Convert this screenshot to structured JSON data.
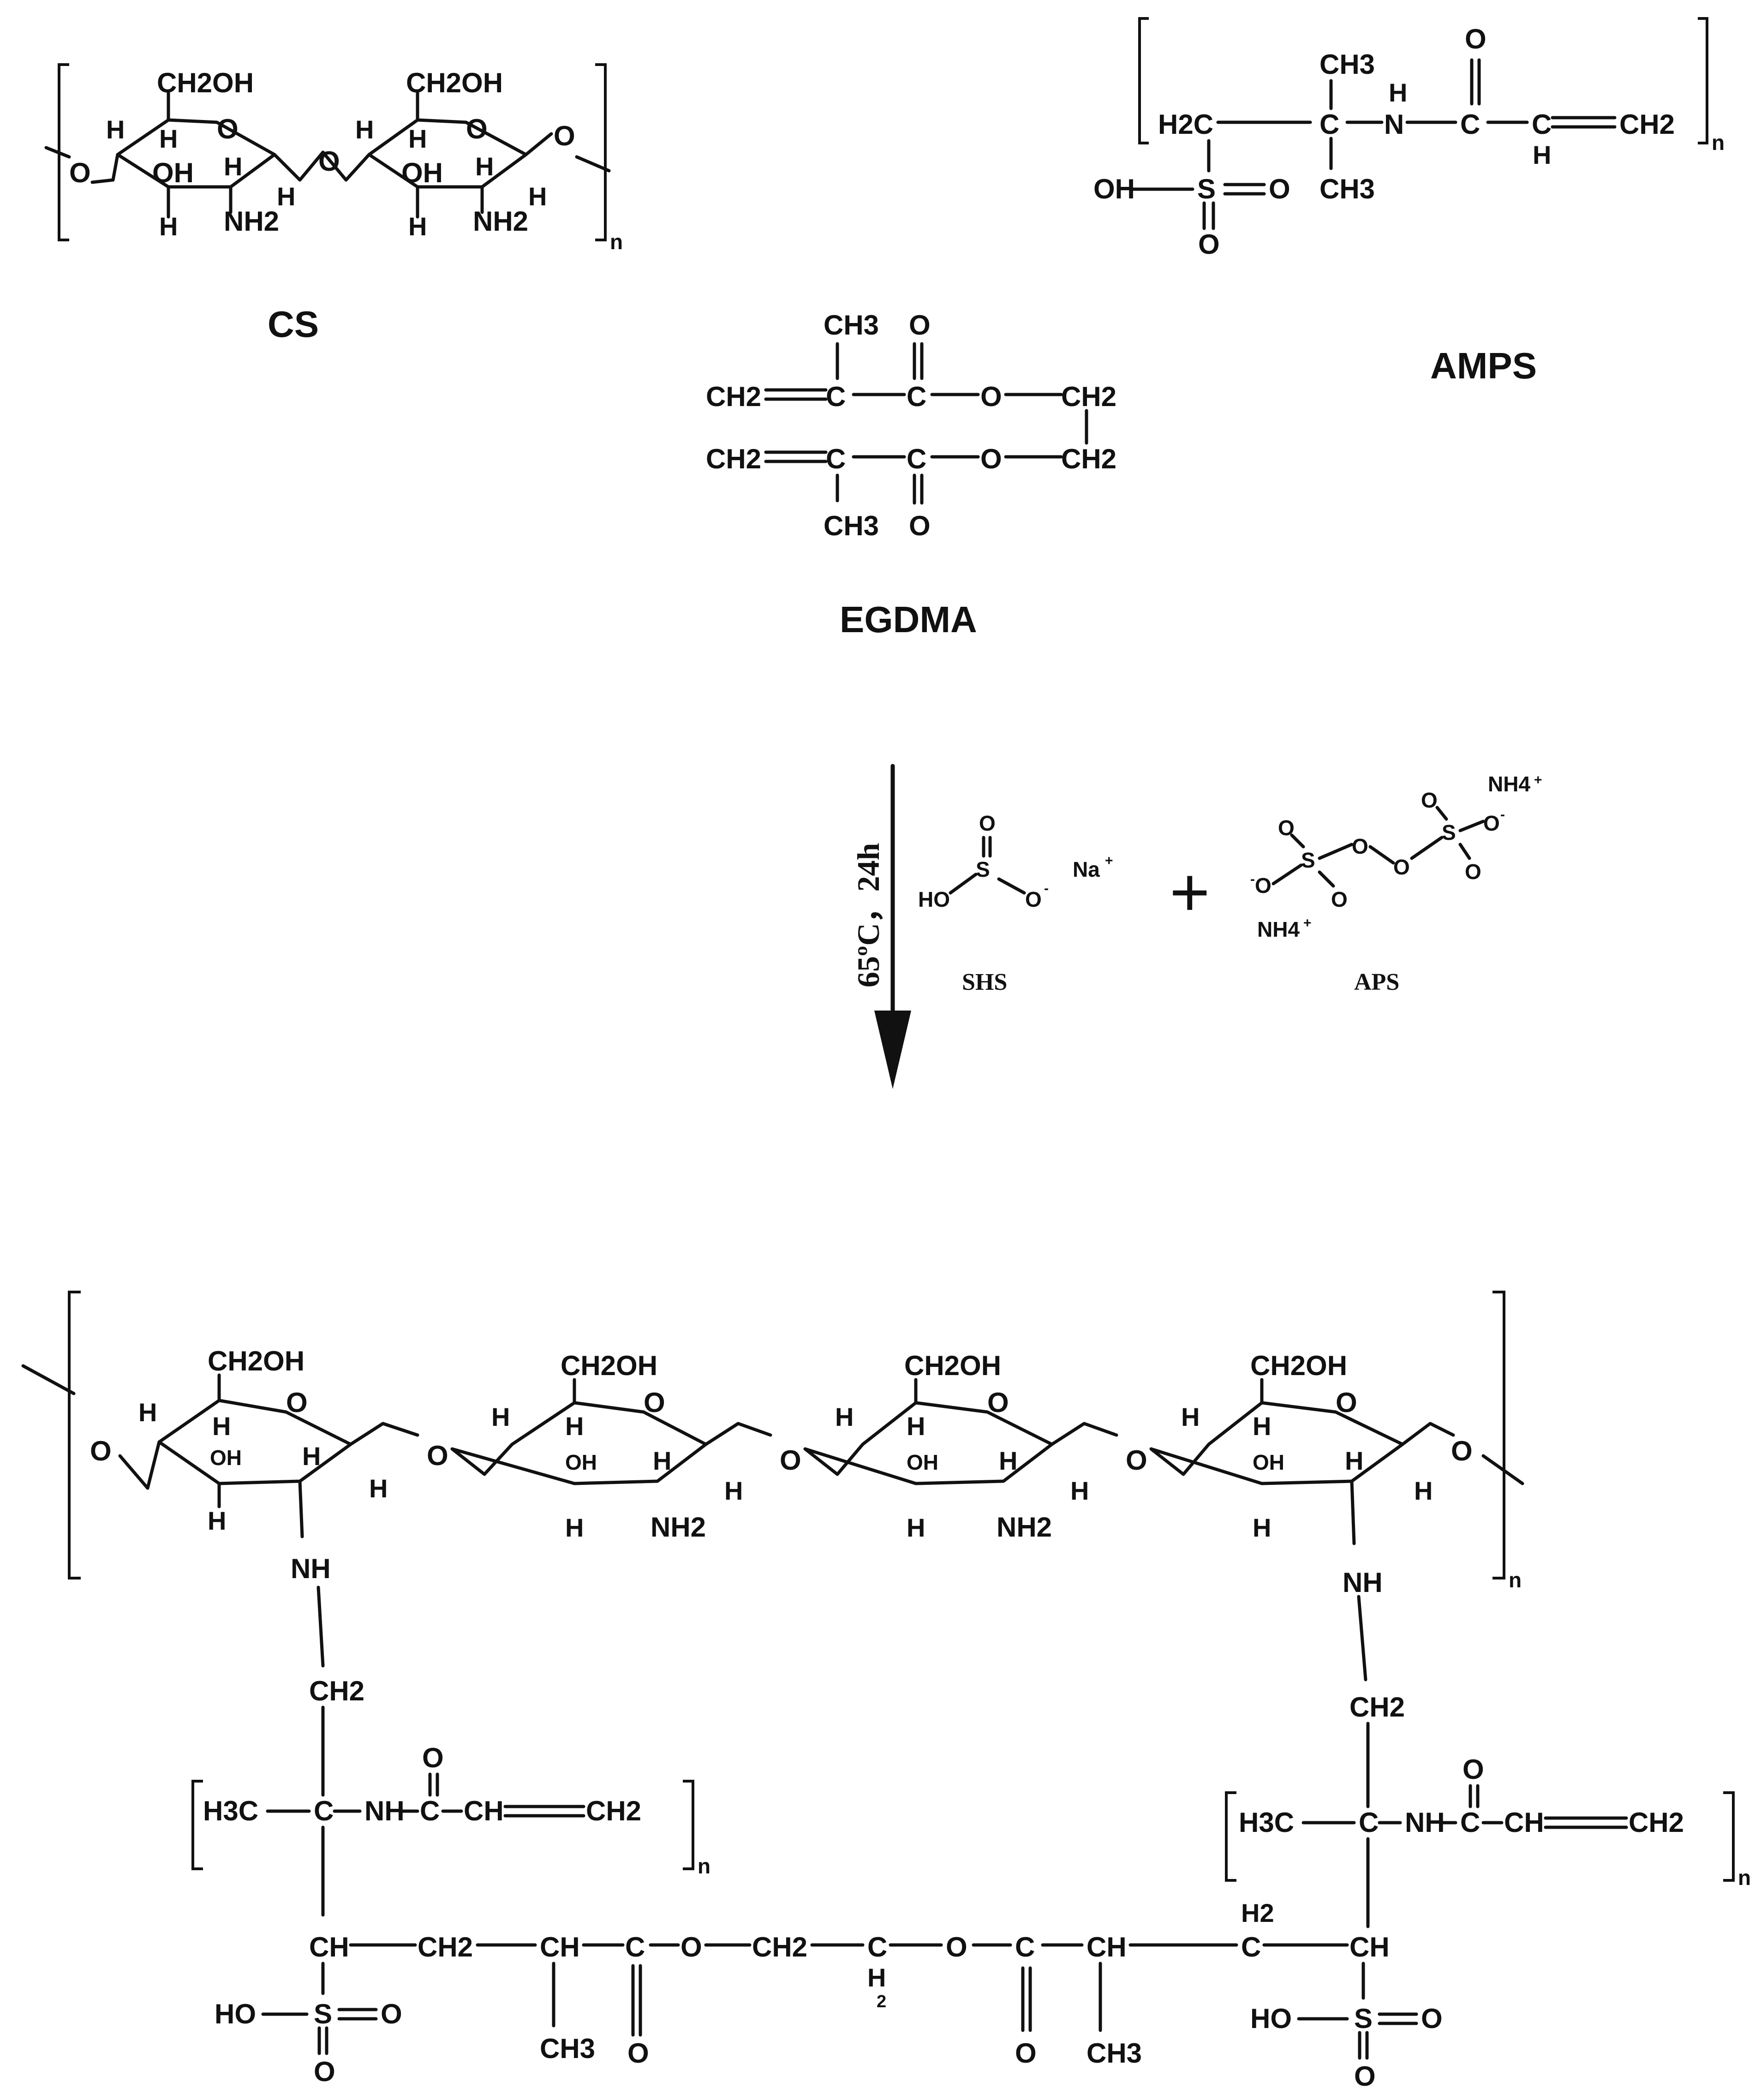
{
  "reactants": {
    "cs": {
      "name": "CS",
      "groups": {
        "ch2oh": "CH2OH",
        "oh": "OH",
        "nh2": "NH2",
        "h": "H",
        "o": "O"
      },
      "repeat": "n"
    },
    "amps": {
      "name": "AMPS",
      "groups": {
        "h2c": "H2C",
        "ch3": "CH3",
        "c": "C",
        "nh": "N",
        "h": "H",
        "o": "O",
        "ch2end": "CH2",
        "oh": "OH",
        "s": "S"
      },
      "repeat": "n"
    },
    "egdma": {
      "name": "EGDMA",
      "groups": {
        "ch2": "CH2",
        "c": "C",
        "ch3": "CH3",
        "o": "O"
      }
    }
  },
  "conditions": {
    "label": "65ºC，24h",
    "plus": "+",
    "shs": {
      "name": "SHS",
      "ho": "HO",
      "s": "S",
      "o": "O",
      "na": "Na"
    },
    "aps": {
      "name": "APS",
      "nh4": "NH4",
      "s": "S",
      "o": "O"
    }
  },
  "product": {
    "groups": {
      "ch2oh": "CH2OH",
      "oh": "OH",
      "nh2": "NH2",
      "nh": "NH",
      "ch2": "CH2",
      "h3c": "H3C",
      "c": "C",
      "ch": "CH",
      "ch3": "CH3",
      "ho": "HO",
      "s": "S",
      "o": "O",
      "h": "H",
      "nhc": "NH",
      "ch2end": "CH2",
      "h2c": "H2"
    },
    "repeat": "n"
  }
}
